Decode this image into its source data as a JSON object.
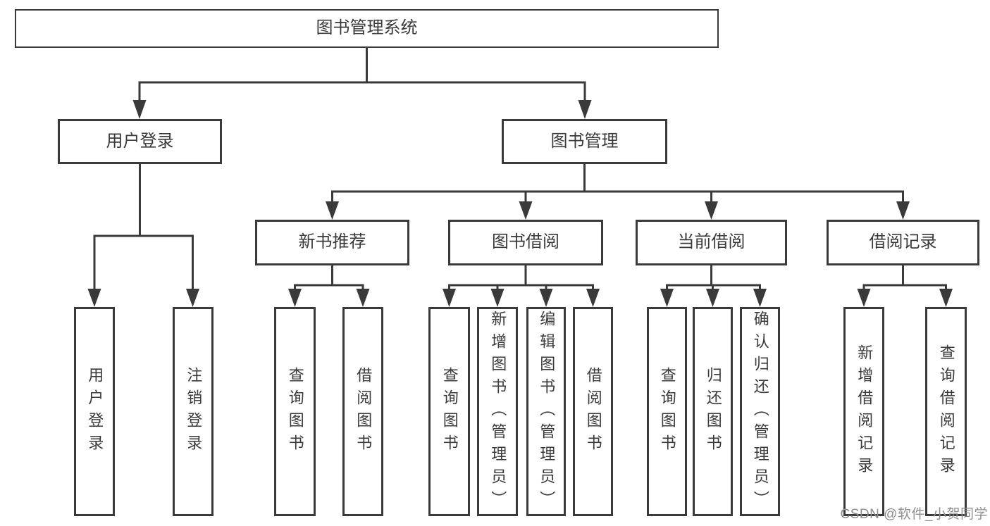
{
  "tree": {
    "root": {
      "label": "图书管理系统"
    },
    "children": [
      {
        "label": "用户登录",
        "children": [
          {
            "label": "用户登录"
          },
          {
            "label": "注销登录"
          }
        ]
      },
      {
        "label": "图书管理",
        "children": [
          {
            "label": "新书推荐",
            "children": [
              {
                "label": "查询图书"
              },
              {
                "label": "借阅图书"
              }
            ]
          },
          {
            "label": "图书借阅",
            "children": [
              {
                "label": "查询图书"
              },
              {
                "label": "新增图书（管理员）"
              },
              {
                "label": "编辑图书（管理员）"
              },
              {
                "label": "借阅图书"
              }
            ]
          },
          {
            "label": "当前借阅",
            "children": [
              {
                "label": "查询图书"
              },
              {
                "label": "归还图书"
              },
              {
                "label": "确认归还（管理员）"
              }
            ]
          },
          {
            "label": "借阅记录",
            "children": [
              {
                "label": "新增借阅记录"
              },
              {
                "label": "查询借阅记录"
              }
            ]
          }
        ]
      }
    ]
  },
  "watermark": {
    "text": "CSDN @软件_小贺同学"
  },
  "colors": {
    "line": "#3a3a3a",
    "border": "#3a3a3a",
    "text": "#3a3a3a",
    "box_fill": "#ffffff",
    "watermark_color": "#8f8f8f"
  }
}
